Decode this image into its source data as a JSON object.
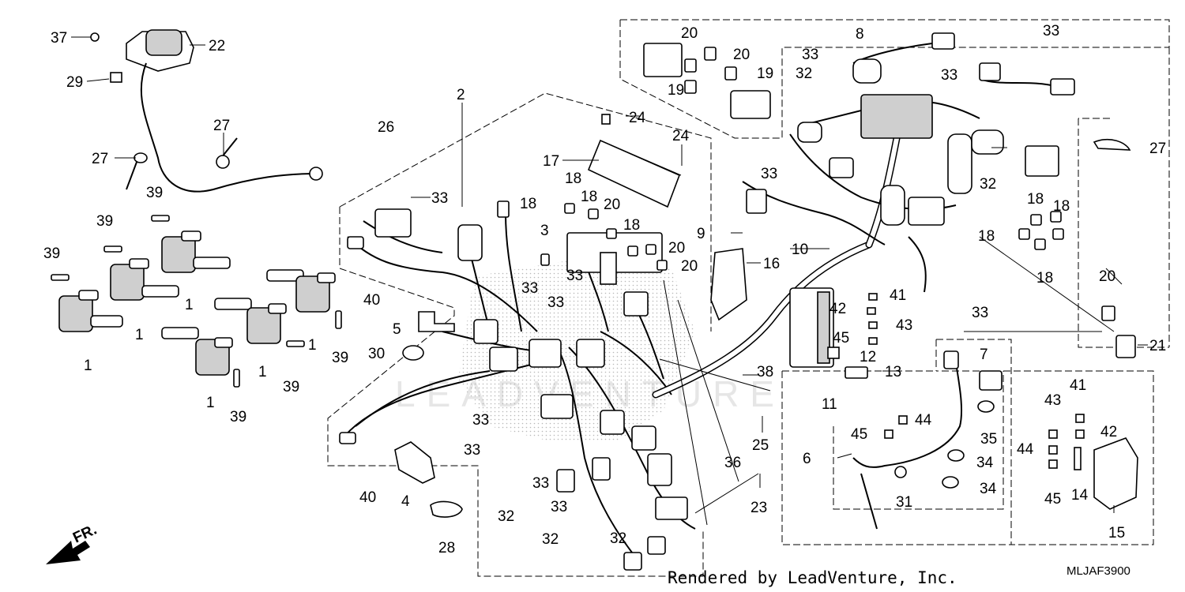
{
  "footer": {
    "credit": "Rendered by LeadVenture, Inc.",
    "ref_code": "MLJAF3900",
    "direction_label": "FR."
  },
  "watermark": "LEADVENTURE",
  "callouts": [
    {
      "id": "c37a",
      "text": "37"
    },
    {
      "id": "c22",
      "text": "22"
    },
    {
      "id": "c29",
      "text": "29"
    },
    {
      "id": "c27a",
      "text": "27"
    },
    {
      "id": "c27b",
      "text": "27"
    },
    {
      "id": "c39a",
      "text": "39"
    },
    {
      "id": "c39b",
      "text": "39"
    },
    {
      "id": "c39c",
      "text": "39"
    },
    {
      "id": "c1a",
      "text": "1"
    },
    {
      "id": "c1b",
      "text": "1"
    },
    {
      "id": "c1c",
      "text": "1"
    },
    {
      "id": "c1d",
      "text": "1"
    },
    {
      "id": "c1e",
      "text": "1"
    },
    {
      "id": "c1f",
      "text": "1"
    },
    {
      "id": "c39d",
      "text": "39"
    },
    {
      "id": "c39e",
      "text": "39"
    },
    {
      "id": "c39f",
      "text": "39"
    },
    {
      "id": "c2",
      "text": "2"
    },
    {
      "id": "c26",
      "text": "26"
    },
    {
      "id": "c33a",
      "text": "33"
    },
    {
      "id": "c40a",
      "text": "40"
    },
    {
      "id": "c5",
      "text": "5"
    },
    {
      "id": "c30",
      "text": "30"
    },
    {
      "id": "c24a",
      "text": "24"
    },
    {
      "id": "c24b",
      "text": "24"
    },
    {
      "id": "c17",
      "text": "17"
    },
    {
      "id": "c18a",
      "text": "18"
    },
    {
      "id": "c18b",
      "text": "18"
    },
    {
      "id": "c18c",
      "text": "18"
    },
    {
      "id": "c20a",
      "text": "20"
    },
    {
      "id": "c18d",
      "text": "18"
    },
    {
      "id": "c20b",
      "text": "20"
    },
    {
      "id": "c20c",
      "text": "20"
    },
    {
      "id": "c3",
      "text": "3"
    },
    {
      "id": "c33b",
      "text": "33"
    },
    {
      "id": "c33c",
      "text": "33"
    },
    {
      "id": "c33d",
      "text": "33"
    },
    {
      "id": "c20d",
      "text": "20"
    },
    {
      "id": "c20e",
      "text": "20"
    },
    {
      "id": "c19a",
      "text": "19"
    },
    {
      "id": "c19b",
      "text": "19"
    },
    {
      "id": "c8",
      "text": "8"
    },
    {
      "id": "c33e",
      "text": "33"
    },
    {
      "id": "c32a",
      "text": "32"
    },
    {
      "id": "c33f",
      "text": "33"
    },
    {
      "id": "c33g",
      "text": "33"
    },
    {
      "id": "c33h",
      "text": "33"
    },
    {
      "id": "c9",
      "text": "9"
    },
    {
      "id": "c16",
      "text": "16"
    },
    {
      "id": "c10",
      "text": "10"
    },
    {
      "id": "c41a",
      "text": "41"
    },
    {
      "id": "c42a",
      "text": "42"
    },
    {
      "id": "c43a",
      "text": "43"
    },
    {
      "id": "c45a",
      "text": "45"
    },
    {
      "id": "c12",
      "text": "12"
    },
    {
      "id": "c13",
      "text": "13"
    },
    {
      "id": "c11",
      "text": "11"
    },
    {
      "id": "c38",
      "text": "38"
    },
    {
      "id": "c33i",
      "text": "33"
    },
    {
      "id": "c32b",
      "text": "32"
    },
    {
      "id": "c18e",
      "text": "18"
    },
    {
      "id": "c18f",
      "text": "18"
    },
    {
      "id": "c18g",
      "text": "18"
    },
    {
      "id": "c18h",
      "text": "18"
    },
    {
      "id": "c27c",
      "text": "27"
    },
    {
      "id": "c20f",
      "text": "20"
    },
    {
      "id": "c21",
      "text": "21"
    },
    {
      "id": "c7",
      "text": "7"
    },
    {
      "id": "c44a",
      "text": "44"
    },
    {
      "id": "c45b",
      "text": "45"
    },
    {
      "id": "c35",
      "text": "35"
    },
    {
      "id": "c6",
      "text": "6"
    },
    {
      "id": "c34a",
      "text": "34"
    },
    {
      "id": "c34b",
      "text": "34"
    },
    {
      "id": "c31",
      "text": "31"
    },
    {
      "id": "c25",
      "text": "25"
    },
    {
      "id": "c36",
      "text": "36"
    },
    {
      "id": "c23",
      "text": "23"
    },
    {
      "id": "c43b",
      "text": "43"
    },
    {
      "id": "c41b",
      "text": "41"
    },
    {
      "id": "c42b",
      "text": "42"
    },
    {
      "id": "c44b",
      "text": "44"
    },
    {
      "id": "c45c",
      "text": "45"
    },
    {
      "id": "c14",
      "text": "14"
    },
    {
      "id": "c15",
      "text": "15"
    },
    {
      "id": "c33j",
      "text": "33"
    },
    {
      "id": "c33k",
      "text": "33"
    },
    {
      "id": "c33l",
      "text": "33"
    },
    {
      "id": "c33m",
      "text": "33"
    },
    {
      "id": "c32c",
      "text": "32"
    },
    {
      "id": "c32d",
      "text": "32"
    },
    {
      "id": "c32e",
      "text": "32"
    },
    {
      "id": "c40b",
      "text": "40"
    },
    {
      "id": "c4",
      "text": "4"
    },
    {
      "id": "c28",
      "text": "28"
    }
  ]
}
